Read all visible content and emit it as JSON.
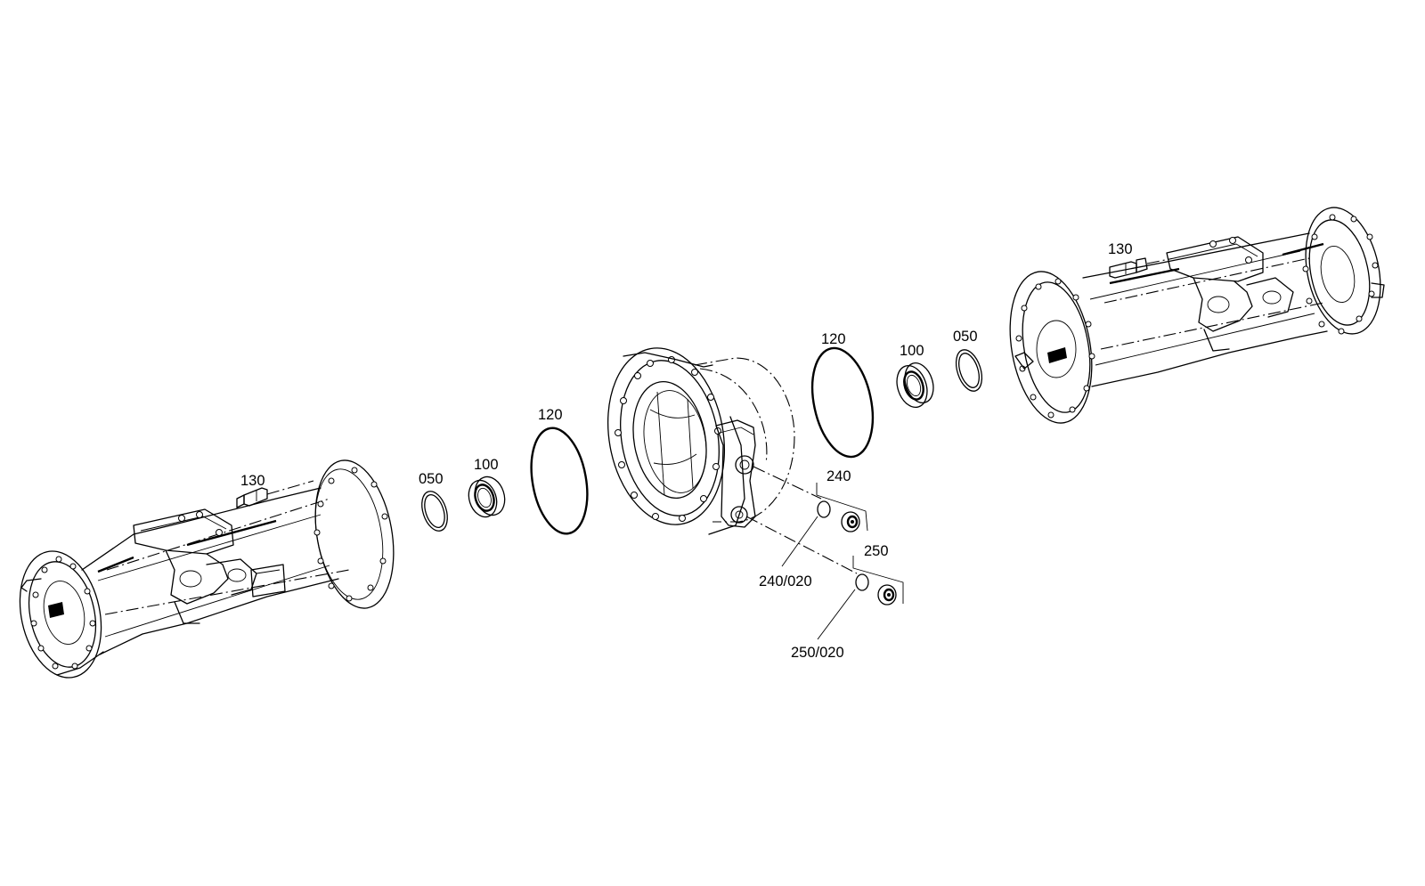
{
  "callouts": {
    "left_bolt": "130",
    "left_snap_ring": "050",
    "left_bearing": "100",
    "left_oring": "120",
    "right_oring": "120",
    "right_bearing": "100",
    "right_snap_ring": "050",
    "right_bolt": "130",
    "upper_kit": "240",
    "upper_kit_part": "240/020",
    "lower_kit": "250",
    "lower_kit_part": "250/020"
  },
  "colors": {
    "line": "#000000",
    "background": "#ffffff"
  }
}
